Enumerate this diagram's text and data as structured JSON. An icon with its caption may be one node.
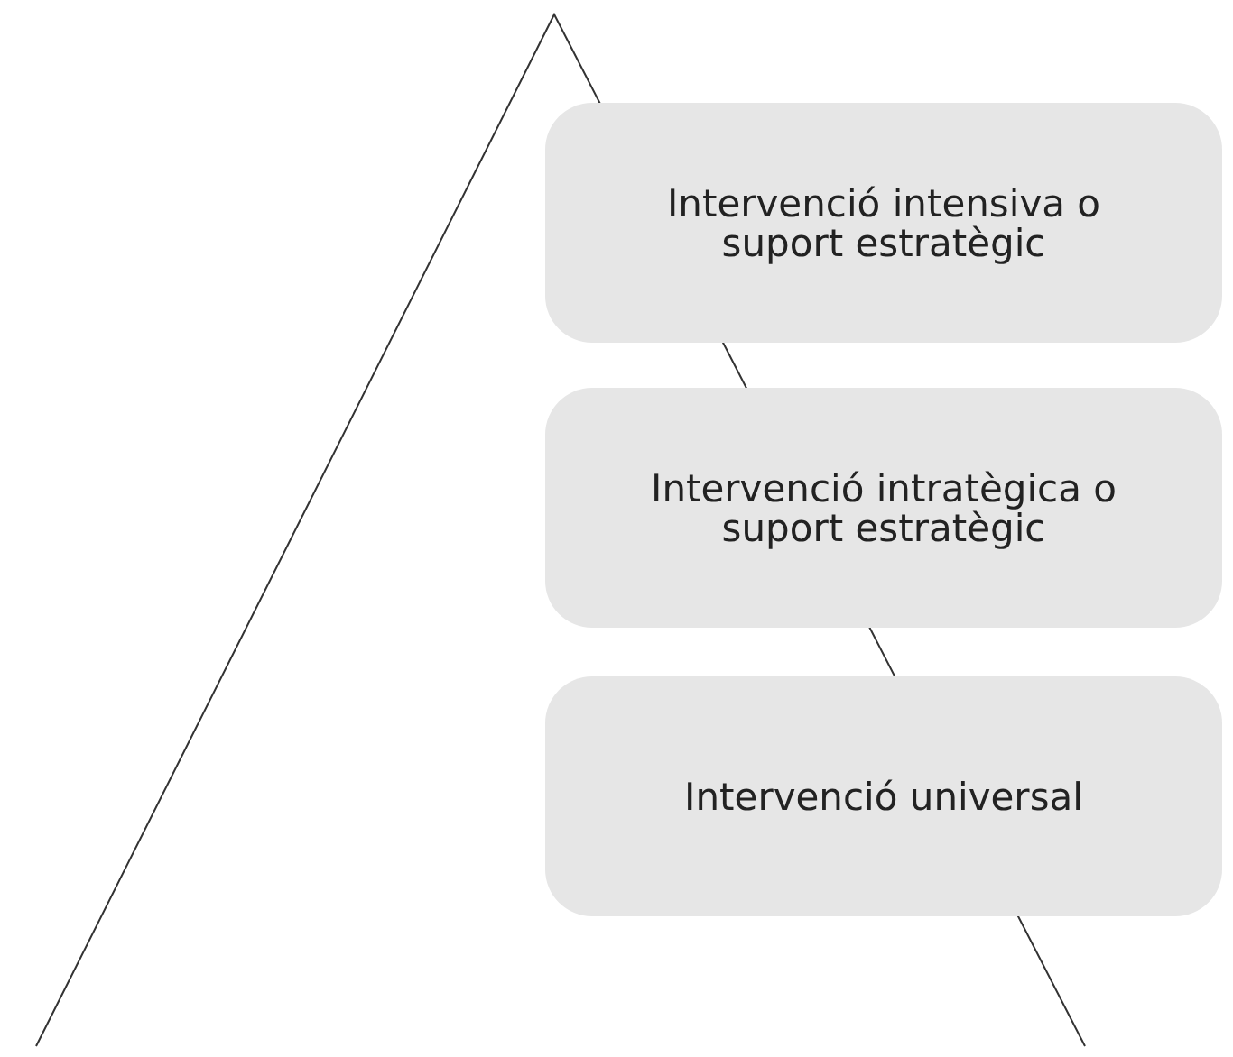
{
  "diagram": {
    "nodes": [
      {
        "text": [
          "Intervenció intensiva o suport estratègic"
        ]
      },
      {
        "text": [
          "Intervenció intratègica o suport estratègic"
        ]
      },
      {
        "text": [
          "Intervenció universal"
        ]
      }
    ]
  }
}
